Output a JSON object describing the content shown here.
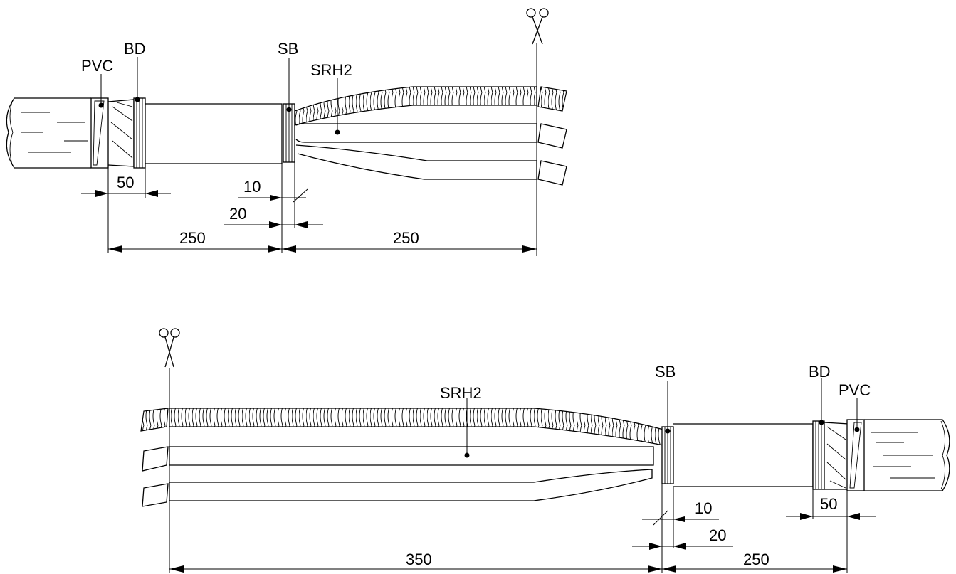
{
  "top_view": {
    "labels": {
      "pvc": "PVC",
      "bd": "BD",
      "sb": "SB",
      "srh2": "SRH2"
    },
    "dims": {
      "d50": "50",
      "d10": "10",
      "d20": "20",
      "d250_left": "250",
      "d250_right": "250"
    },
    "icons": {
      "cut": "scissors-icon"
    }
  },
  "bottom_view": {
    "labels": {
      "pvc": "PVC",
      "bd": "BD",
      "sb": "SB",
      "srh2": "SRH2"
    },
    "dims": {
      "d50": "50",
      "d10": "10",
      "d20": "20",
      "d350": "350",
      "d250": "250"
    },
    "icons": {
      "cut": "scissors-icon"
    }
  }
}
